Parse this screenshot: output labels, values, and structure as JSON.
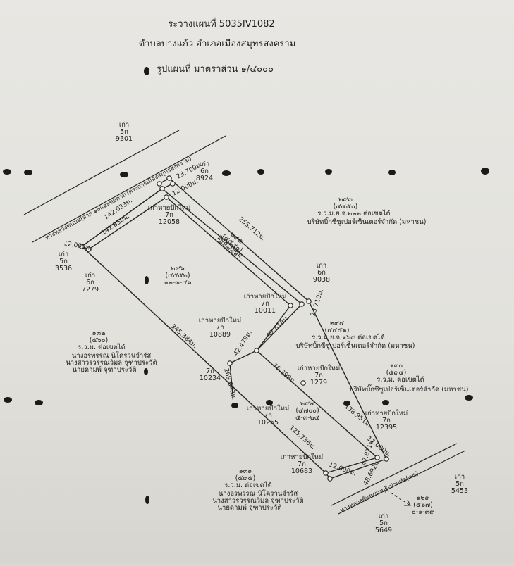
{
  "header": {
    "line1": "ระวางแผนที่ 5035IV1082",
    "line2": "ตำบลบางแก้ว  อำเภอเมืองสมุทรสงคราม",
    "line3": "รูปแผนที่ มาตราส่วน ๑/๔๐๐๐"
  },
  "roads": {
    "north": "ทางหลวงชนบท(สาย ๑๐และชยตามโครงการเมืองสมุทรสงคราม)",
    "south": "ทางหลวงพิเศษธนบุรี-ปากท่อ(๓๕)"
  },
  "parcels": {
    "p9301": {
      "status": "เก่า",
      "sheet": "5ก",
      "number": "9301"
    },
    "p8924": {
      "status": "เก่า",
      "sheet": "6ก",
      "number": "8924"
    },
    "p3536": {
      "status": "เก่า",
      "sheet": "5ก",
      "number": "3536"
    },
    "p7279": {
      "status": "เก่า",
      "sheet": "6ก",
      "number": "7279"
    },
    "p9038": {
      "status": "เก่า",
      "sheet": "6ก",
      "number": "9038"
    },
    "p12058": {
      "status": "เก่าหายปักใหม่",
      "sheet": "7ก",
      "number": "12058"
    },
    "p10011": {
      "status": "เก่าหายปักใหม่",
      "sheet": "7ก",
      "number": "10011"
    },
    "p10889": {
      "status": "เก่าหายปักใหม่",
      "sheet": "7ก",
      "number": "10889"
    },
    "p10234": {
      "sheet": "7ก",
      "number": "10234"
    },
    "p1279": {
      "status": "เก่าหายปักใหม่",
      "sheet": "7ก",
      "number": "1279"
    },
    "p10265": {
      "status": "เก่าหายปักใหม่",
      "sheet": "7ก",
      "number": "10265"
    },
    "p12395": {
      "status": "เก่าหายปักใหม่",
      "sheet": "7ก",
      "number": "12395"
    },
    "p10683": {
      "status": "เก่าหายปักใหม่",
      "sheet": "7ก",
      "number": "10683"
    },
    "p5453": {
      "status": "เก่า",
      "sheet": "5ก",
      "number": "5453"
    },
    "p5649": {
      "status": "เก่า",
      "sheet": "5ก",
      "number": "5649"
    }
  },
  "blocks": {
    "b293": {
      "num": "๒๙๓",
      "sub": "(๔๔๕๐)",
      "ref": "ร.ว.ม.ย.จ.๒๒๒ ต่อเขตได้",
      "owner": "บริษัทบิ๊กซีซูเปอร์เซ็นเตอร์จำกัด (มหาชน)"
    },
    "b294": {
      "num": "๒๙๔",
      "sub": "(๔๔๕๑)",
      "ref": "ร.ว.ม.ย.จ.๑๖๙ ต่อเขตได้",
      "owner": "บริษัทบิ๊กซีซูเปอร์เซ็นเตอร์จำกัด (มหาชน)"
    },
    "b130": {
      "num": "๑๓๐",
      "sub": "(๕๙๔)",
      "ref": "ร.ว.ม. ต่อเขตได้",
      "owner": "บริษัทบิ๊กซีซูเปอร์เซ็นเตอร์จำกัด (มหาชน)"
    },
    "b132": {
      "num": "๑๓๒",
      "sub": "(๕๖๐)",
      "ref": "ร.ว.ม. ต่อเขตได้",
      "o1": "นางอรพรรณ  นิโครวนจำรัส",
      "o2": "นางสาวรวรรณวิมล  จุฑาประวัติ",
      "o3": "นายดามพ์  จุฑาประวัติ"
    },
    "b131": {
      "num": "๑๓๑",
      "sub": "(๕๙๕)",
      "ref": "ร.ว.ม. ต่อเขตได้",
      "o1": "นางอรพรรณ  นิโครวนจำรัส",
      "o2": "นางสาวรวรรณวิมล  จุฑาประวัติ",
      "o3": "นายดามพ์  จุฑาประวัติ"
    },
    "b296": {
      "num": "๒๙๖",
      "sub": "(๔๕๕๒)",
      "area": "๑๒-๓-๔๖"
    },
    "b295": {
      "num": "๒๙๕",
      "sub": "(๔๕๕๐)",
      "area": "๑-๓-๐๙"
    },
    "b297": {
      "num": "๒๙๗",
      "sub": "(๔๗๐๐)",
      "area": "๕-๓-๒๔"
    },
    "b129": {
      "num": "๑๒๙",
      "sub": "(๕๖๗)",
      "area": "๐-๑-๓๙"
    }
  },
  "dimensions": {
    "top1": "23.700ม.",
    "top2": "12.000ม.",
    "nw1": "142.033ม.",
    "nw2": "141.850ม.",
    "diag1": "255.712ม.",
    "diag2": "248.596ม.",
    "west": "12.000ม.",
    "east_top": "23.710ม.",
    "mid1": "92.518ม.",
    "mid2": "42.479ม.",
    "sw": "345.384ม.",
    "mid3": "76.399ม.",
    "mid4": "269.643ม.",
    "se1": "138.951ม.",
    "se2": "125.736ม.",
    "se3": "12.000ม.",
    "se4": "47.871ม.",
    "se5": "48.692ม.",
    "se6": "12.000ม."
  }
}
